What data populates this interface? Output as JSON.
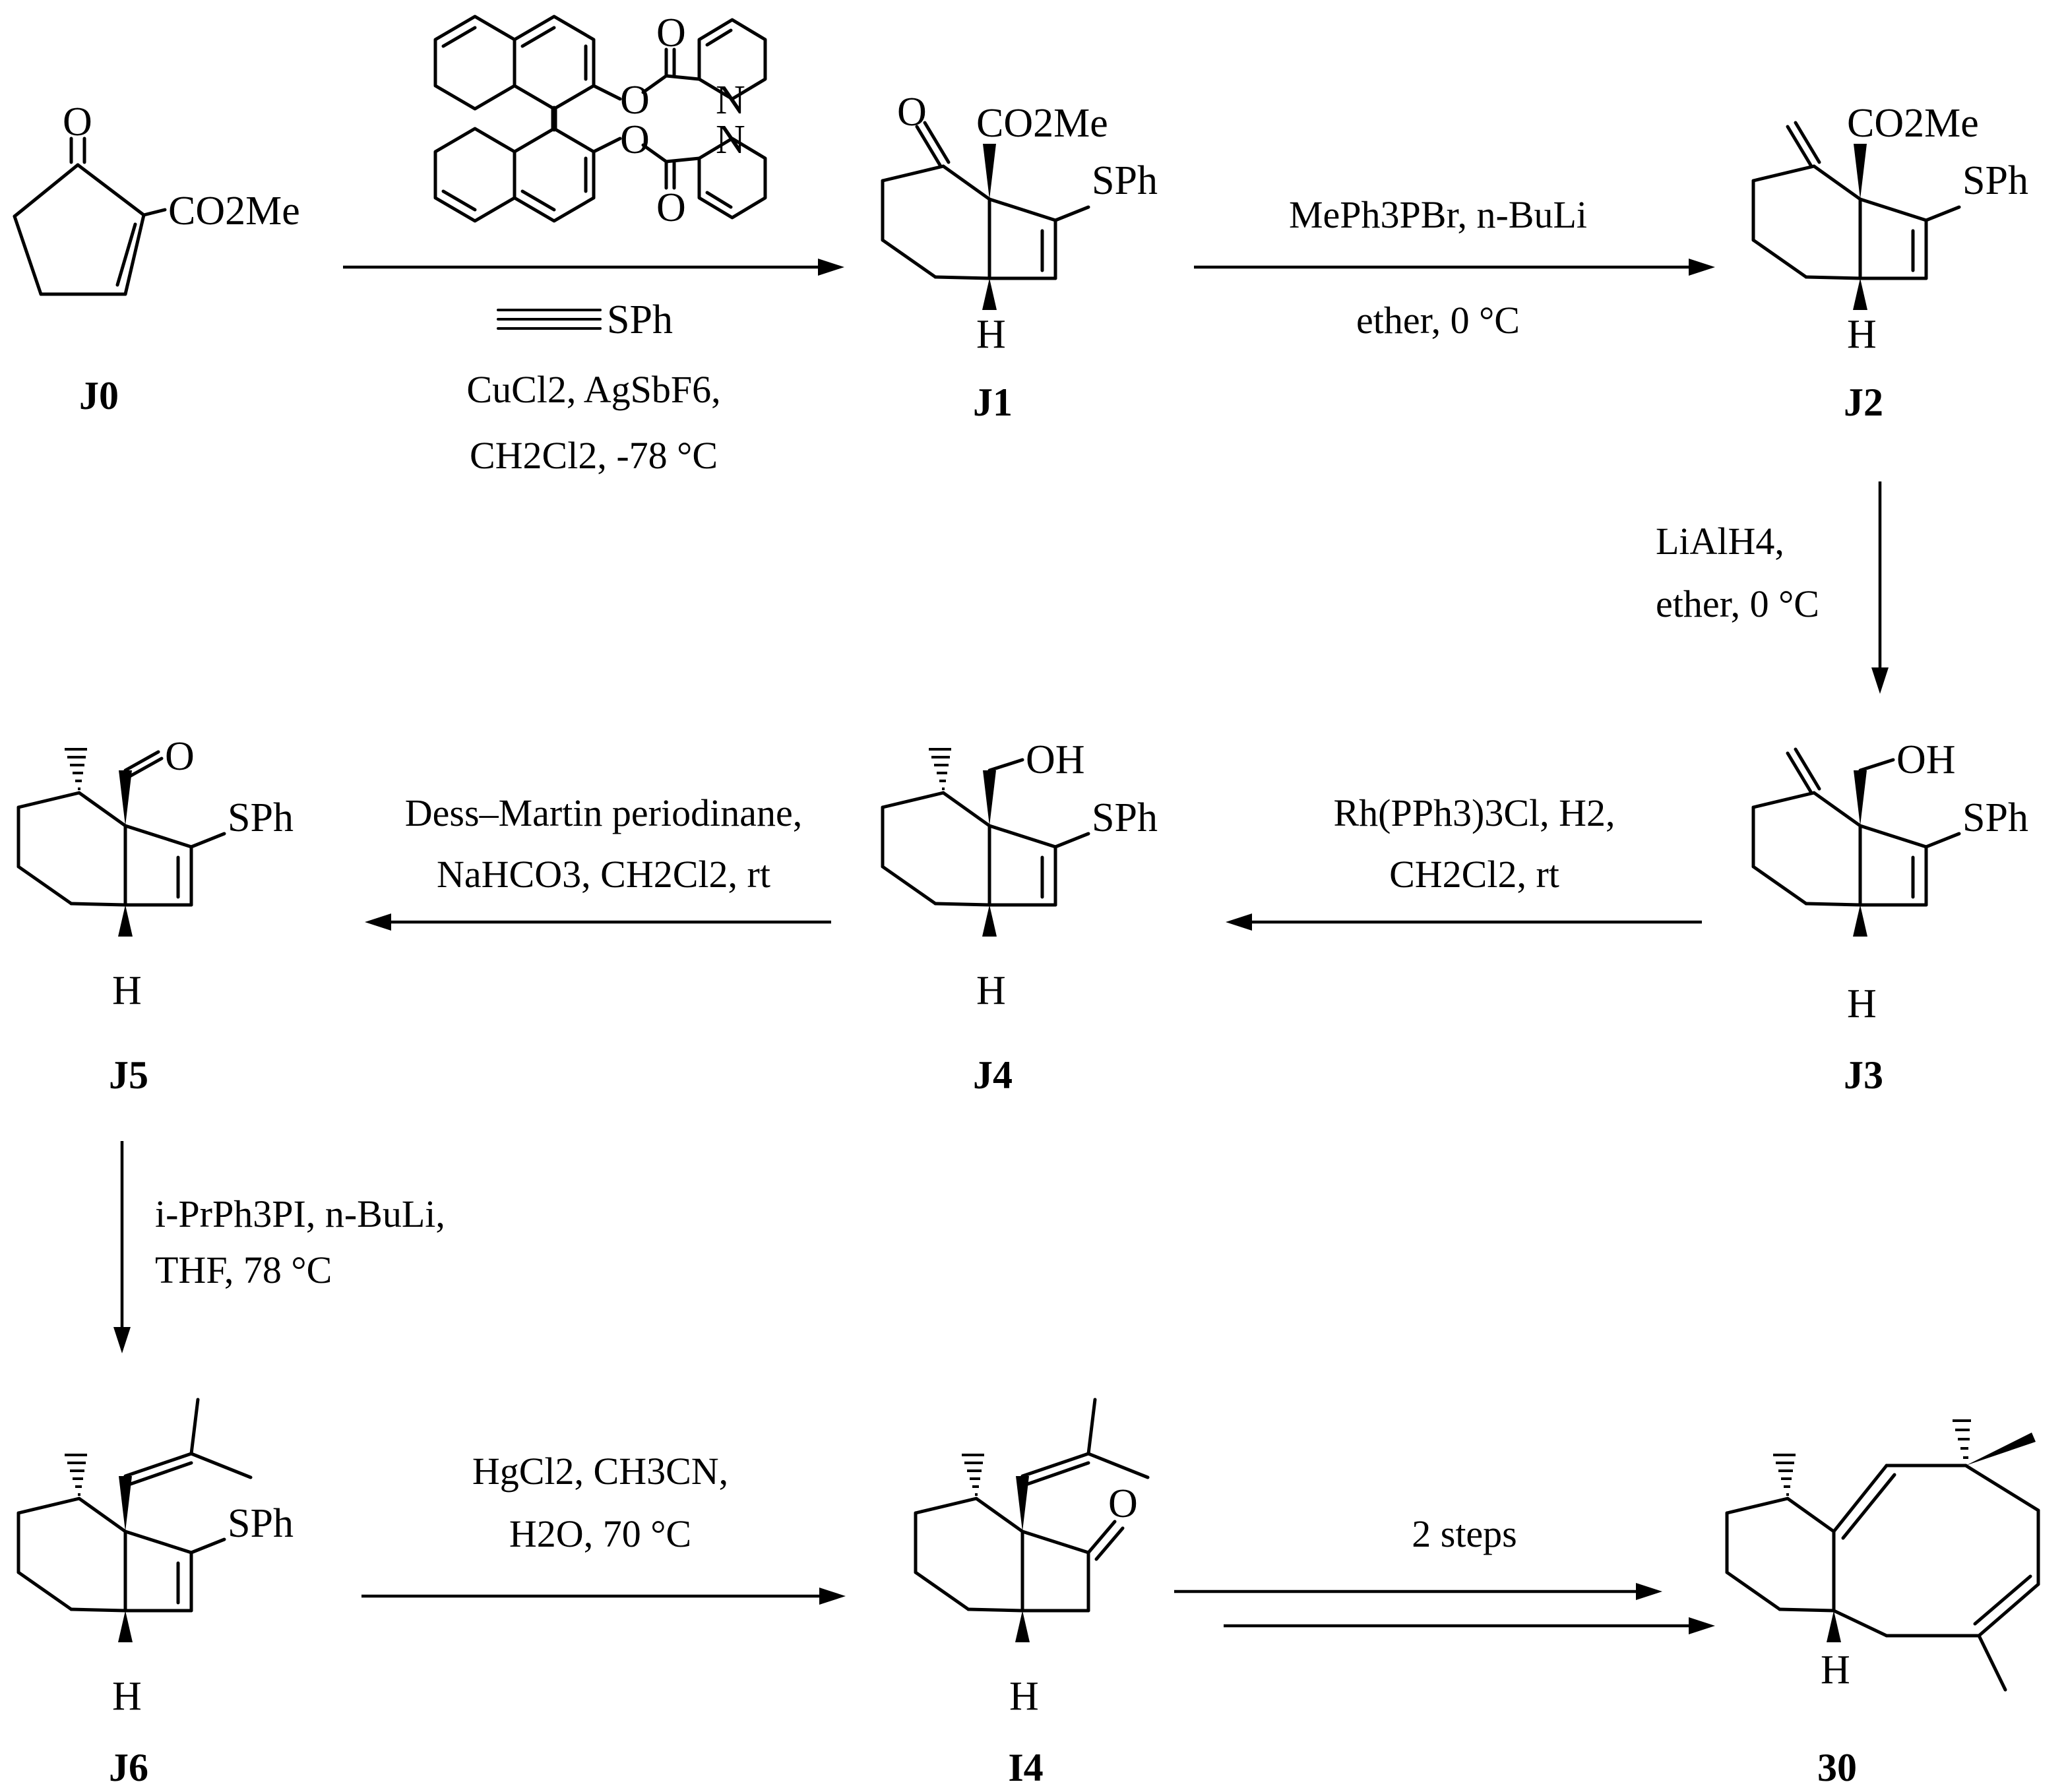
{
  "compounds": {
    "j0": {
      "label": "J0",
      "substituent": "CO2Me",
      "oxygen": "O"
    },
    "j1": {
      "label": "J1",
      "ester": "CO2Me",
      "sulfide": "SPh",
      "oxygen": "O",
      "hydrogen": "H"
    },
    "j2": {
      "label": "J2",
      "ester": "CO2Me",
      "sulfide": "SPh",
      "hydrogen": "H"
    },
    "j3": {
      "label": "J3",
      "hydroxyl": "OH",
      "sulfide": "SPh",
      "hydrogen": "H"
    },
    "j4": {
      "label": "J4",
      "hydroxyl": "OH",
      "sulfide": "SPh",
      "hydrogen": "H"
    },
    "j5": {
      "label": "J5",
      "oxygen": "O",
      "sulfide": "SPh",
      "hydrogen": "H"
    },
    "j6": {
      "label": "J6",
      "sulfide": "SPh",
      "hydrogen": "H"
    },
    "i4": {
      "label": "I4",
      "oxygen": "O",
      "hydrogen": "H"
    },
    "p30": {
      "label": "30",
      "hydrogen": "H"
    }
  },
  "catalyst": {
    "ester_oxygen": "O",
    "carbonyl_oxygen": "O",
    "nitrogen": "N"
  },
  "steps": {
    "step1": {
      "alkyne_group": "SPh",
      "line1": "CuCl2, AgSbF6,",
      "line2": "CH2Cl2, -78 °C"
    },
    "step2": {
      "line1": "MePh3PBr, n-BuLi",
      "line2": "ether, 0 °C"
    },
    "step3": {
      "line1": "LiAlH4,",
      "line2": "ether, 0 °C"
    },
    "step4": {
      "line1": "Rh(PPh3)3Cl, H2,",
      "line2": "CH2Cl2, rt"
    },
    "step5": {
      "line1": "Dess–Martin periodinane,",
      "line2": "NaHCO3, CH2Cl2, rt"
    },
    "step6": {
      "line1": "i-PrPh3PI, n-BuLi,",
      "line2": "THF, 78 °C"
    },
    "step7": {
      "line1": "HgCl2, CH3CN,",
      "line2": "H2O, 70 °C"
    },
    "step8": {
      "line1": "2 steps"
    }
  }
}
